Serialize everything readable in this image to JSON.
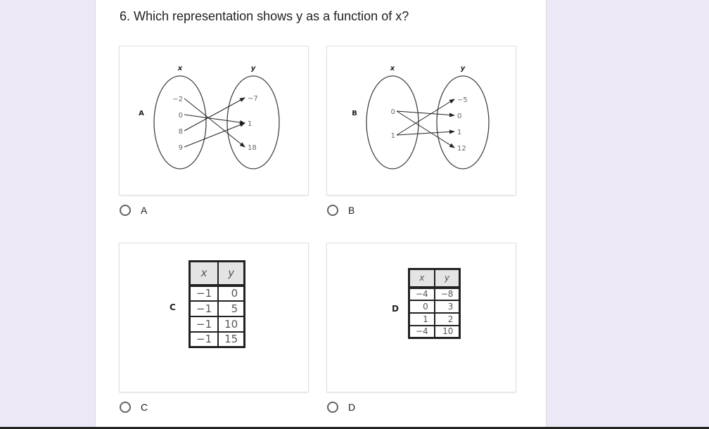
{
  "question": "6. Which representation shows y as a function of x?",
  "options": [
    {
      "label": "A",
      "diagram": {
        "type": "mapping",
        "letter": "A",
        "x_header": "x",
        "y_header": "y",
        "x_values": [
          "−2",
          "0",
          "8",
          "9"
        ],
        "y_values": [
          "−7",
          "1",
          "18"
        ],
        "arrows": [
          [
            0,
            2
          ],
          [
            1,
            1
          ],
          [
            2,
            0
          ],
          [
            3,
            1
          ]
        ]
      }
    },
    {
      "label": "B",
      "diagram": {
        "type": "mapping",
        "letter": "B",
        "x_header": "x",
        "y_header": "y",
        "x_values": [
          "0",
          "1"
        ],
        "y_values": [
          "−5",
          "0",
          "1",
          "12"
        ],
        "arrows": [
          [
            0,
            1
          ],
          [
            0,
            3
          ],
          [
            1,
            0
          ],
          [
            1,
            2
          ]
        ]
      }
    },
    {
      "label": "C",
      "diagram": {
        "type": "table",
        "letter": "C",
        "headers": [
          "x",
          "y"
        ],
        "rows": [
          [
            "−1",
            "0"
          ],
          [
            "−1",
            "5"
          ],
          [
            "−1",
            "10"
          ],
          [
            "−1",
            "15"
          ]
        ]
      }
    },
    {
      "label": "D",
      "diagram": {
        "type": "table",
        "letter": "D",
        "headers": [
          "x",
          "y"
        ],
        "rows": [
          [
            "−4",
            "−8"
          ],
          [
            "0",
            "3"
          ],
          [
            "1",
            "2"
          ],
          [
            "−4",
            "10"
          ]
        ]
      }
    }
  ]
}
